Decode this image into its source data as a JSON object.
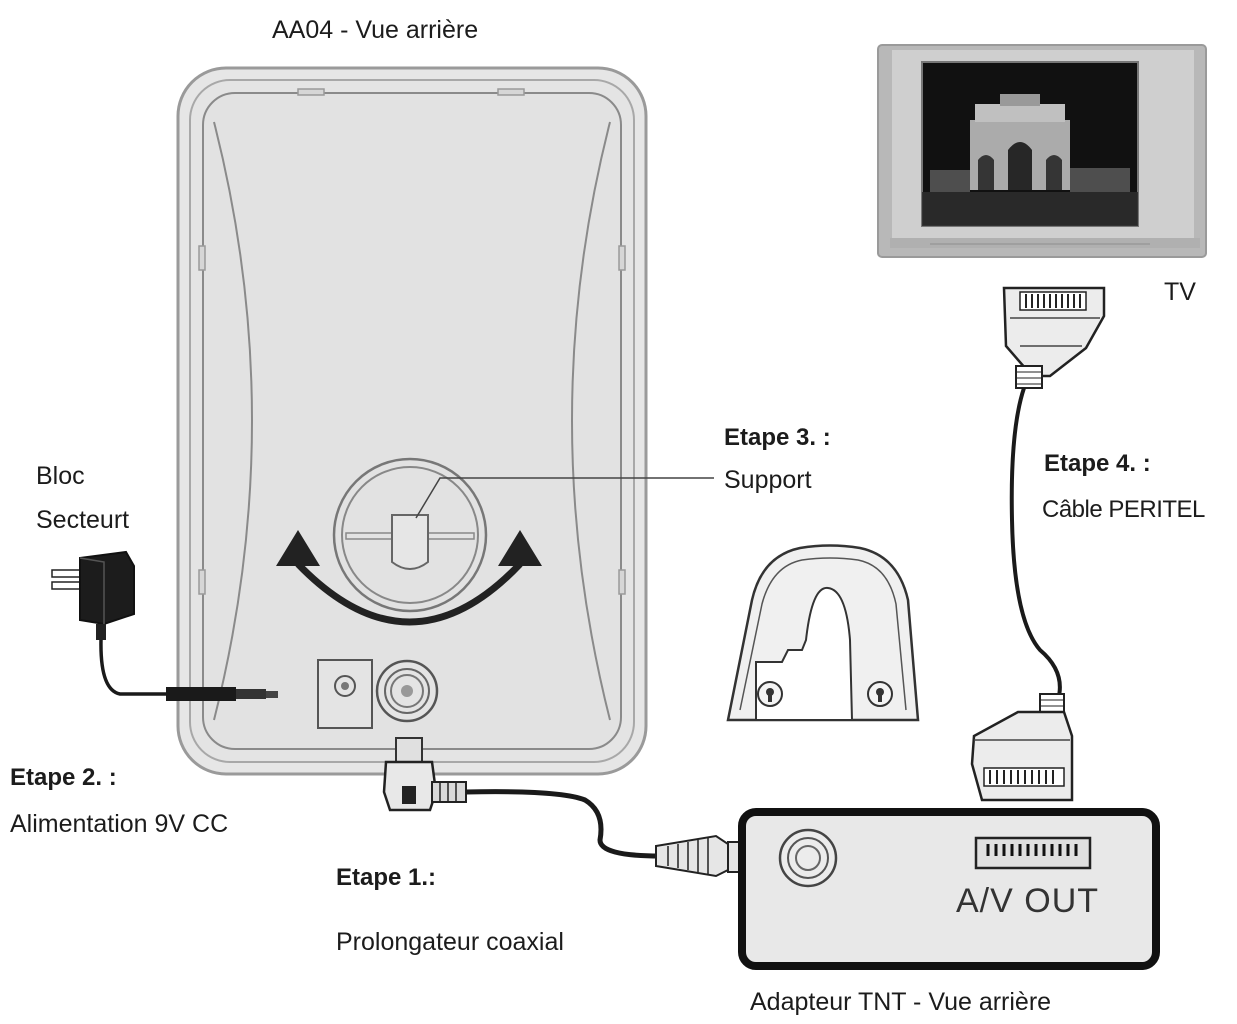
{
  "title": "AA04 - Vue arrière",
  "tv_label": "TV",
  "steps": {
    "step1": {
      "heading": "Etape 1.:",
      "text": "Prolongateur coaxial"
    },
    "step2": {
      "heading": "Etape 2. :",
      "text": "Alimentation 9V CC"
    },
    "step3": {
      "heading": "Etape 3. :",
      "text": "Support"
    },
    "step4": {
      "heading": "Etape 4. :",
      "text": "Câble PERITEL"
    }
  },
  "power_block": {
    "line1": "Bloc",
    "line2": "Secteurt"
  },
  "adapter": {
    "port_label": "A/V OUT",
    "caption": "Adapteur TNT - Vue arrière"
  },
  "icons": [
    "antenna-back-view",
    "power-adapter",
    "tv-set",
    "scart-connector",
    "stand-support",
    "coax-connector"
  ],
  "colors": {
    "line": "#1a1a1a",
    "panel": "#e2e2e2",
    "tv_frame": "#bdbdbd"
  }
}
